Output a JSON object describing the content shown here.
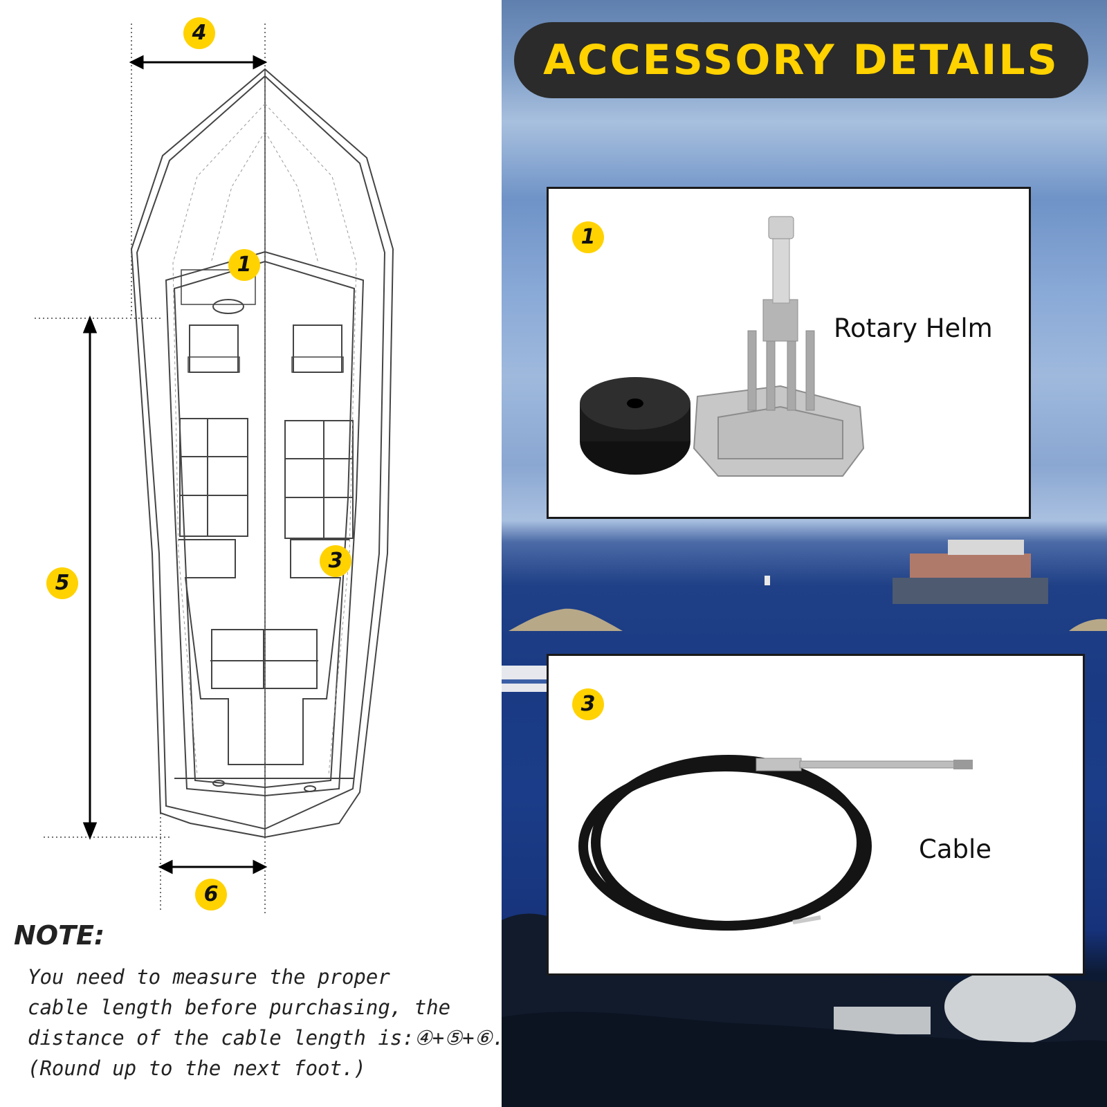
{
  "header": {
    "title": "ACCESSORY DETAILS"
  },
  "diagram": {
    "callouts": {
      "helm": "1",
      "cable_entry": "3",
      "bow_half_width": "4",
      "hull_length": "5",
      "stern_half_width": "6"
    }
  },
  "products": [
    {
      "number": "1",
      "label": "Rotary Helm"
    },
    {
      "number": "3",
      "label": "Cable"
    }
  ],
  "note": {
    "title": "NOTE:",
    "lines": [
      "You need to measure the proper",
      "cable length before purchasing, the",
      "distance of the cable length is:④+⑤+⑥.",
      "(Round up to the next foot.)"
    ]
  },
  "colors": {
    "badge": "#ffd200",
    "title_bg": "#2b2b2b",
    "title_text": "#ffd200"
  }
}
